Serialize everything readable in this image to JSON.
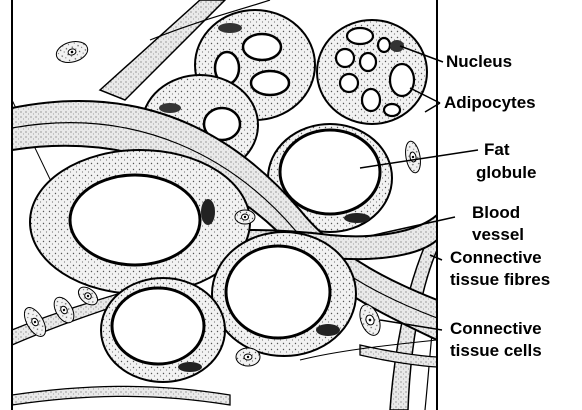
{
  "labels": {
    "nucleus": "Nucleus",
    "adipocytes": "Adipocytes",
    "fat_line1": "Fat",
    "fat_line2": "globule",
    "blood_line1": "Blood",
    "blood_line2": "vessel",
    "fibres_line1": "Connective",
    "fibres_line2": "tissue fibres",
    "cells_line1": "Connective",
    "cells_line2": "tissue cells"
  },
  "colors": {
    "ink": "#000000",
    "paper": "#ffffff",
    "stipple": "#9a9a9a"
  }
}
